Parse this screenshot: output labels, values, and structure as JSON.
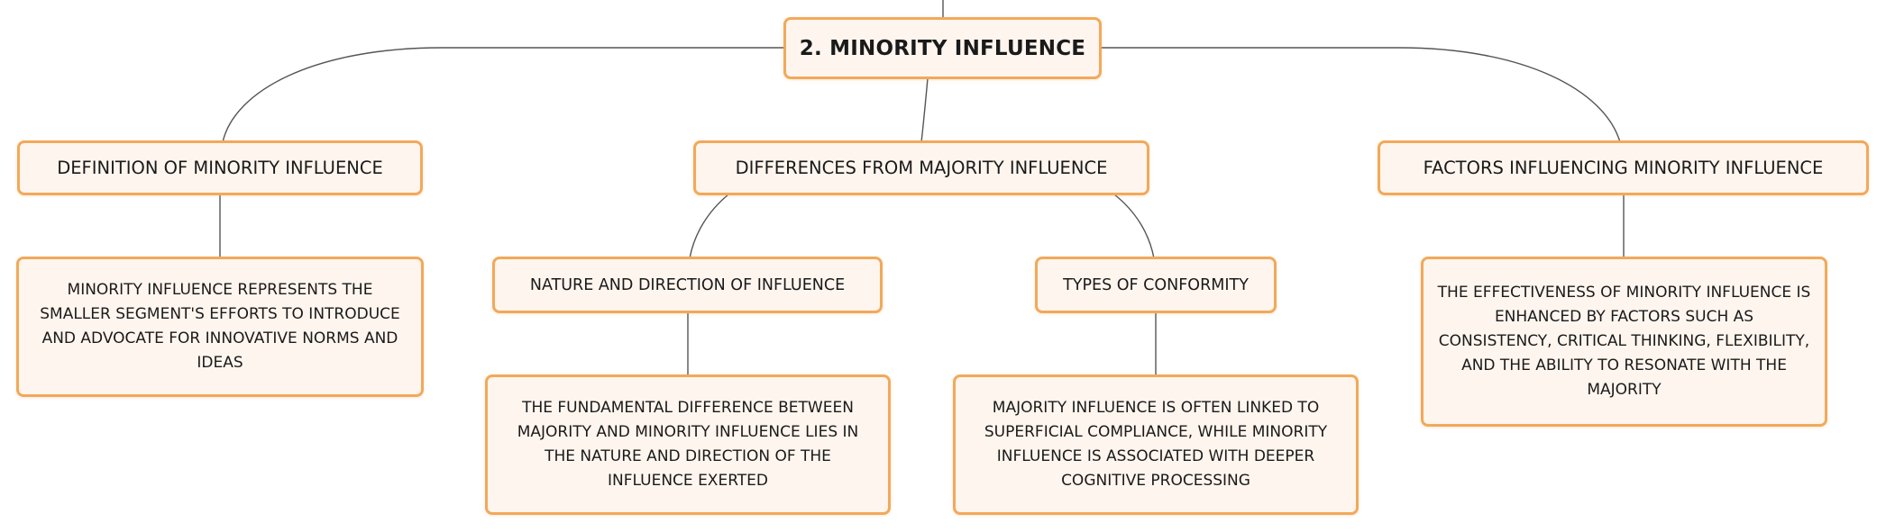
{
  "diagram": {
    "root": "2. MINORITY INFLUENCE",
    "branches": {
      "definition": {
        "label": "DEFINITION OF MINORITY INFLUENCE",
        "detail": "MINORITY INFLUENCE REPRESENTS THE SMALLER SEGMENT'S EFFORTS TO INTRODUCE AND ADVOCATE FOR INNOVATIVE NORMS AND IDEAS"
      },
      "differences": {
        "label": "DIFFERENCES FROM MAJORITY INFLUENCE",
        "children": {
          "nature": {
            "label": "NATURE AND DIRECTION OF INFLUENCE",
            "detail": "THE FUNDAMENTAL DIFFERENCE BETWEEN MAJORITY AND MINORITY INFLUENCE LIES IN THE NATURE AND DIRECTION OF THE INFLUENCE EXERTED"
          },
          "conformity": {
            "label": "TYPES OF CONFORMITY",
            "detail": "MAJORITY INFLUENCE IS OFTEN LINKED TO SUPERFICIAL COMPLIANCE, WHILE MINORITY INFLUENCE IS ASSOCIATED WITH DEEPER COGNITIVE PROCESSING"
          }
        }
      },
      "factors": {
        "label": "FACTORS INFLUENCING MINORITY INFLUENCE",
        "detail": "THE EFFECTIVENESS OF MINORITY INFLUENCE IS ENHANCED BY FACTORS SUCH AS CONSISTENCY, CRITICAL THINKING, FLEXIBILITY, AND THE ABILITY TO RESONATE WITH THE MAJORITY"
      }
    }
  },
  "colors": {
    "node_fill": "#fef5ee",
    "node_border": "#f2a95a",
    "connector": "#555555"
  }
}
